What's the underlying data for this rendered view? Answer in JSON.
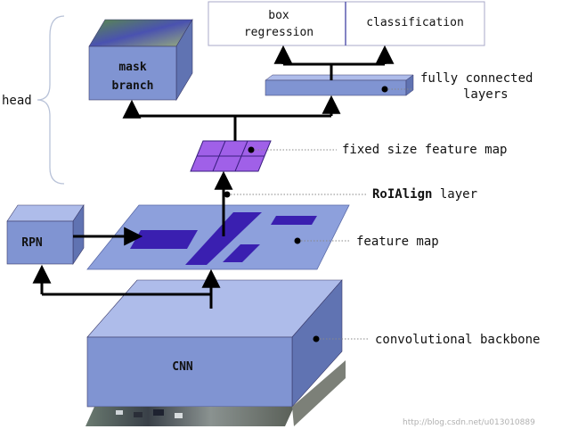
{
  "head": {
    "label": "head"
  },
  "mask_branch": {
    "line1": "mask",
    "line2": "branch"
  },
  "outputs": {
    "box_line1": "box",
    "box_line2": "regression",
    "classification": "classification"
  },
  "fc": {
    "line1": "fully connected",
    "line2": "layers"
  },
  "fixed_map": {
    "label": "fixed size feature map"
  },
  "roialign": {
    "bold": "RoIAlign",
    "rest": " layer"
  },
  "feature_map": {
    "label": "feature map"
  },
  "rpn": {
    "label": "RPN"
  },
  "cnn": {
    "label": "CNN"
  },
  "backbone": {
    "label": "convolutional backbone"
  },
  "watermark": "http://blog.csdn.net/u013010889",
  "colors": {
    "block_front": "#8094d2",
    "block_top": "#aebcea",
    "block_side": "#6073b2",
    "plane": "#8da0dc",
    "roi": "#3a1fb0",
    "fixed": "#a060e8",
    "brace": "#b8c2d8"
  }
}
